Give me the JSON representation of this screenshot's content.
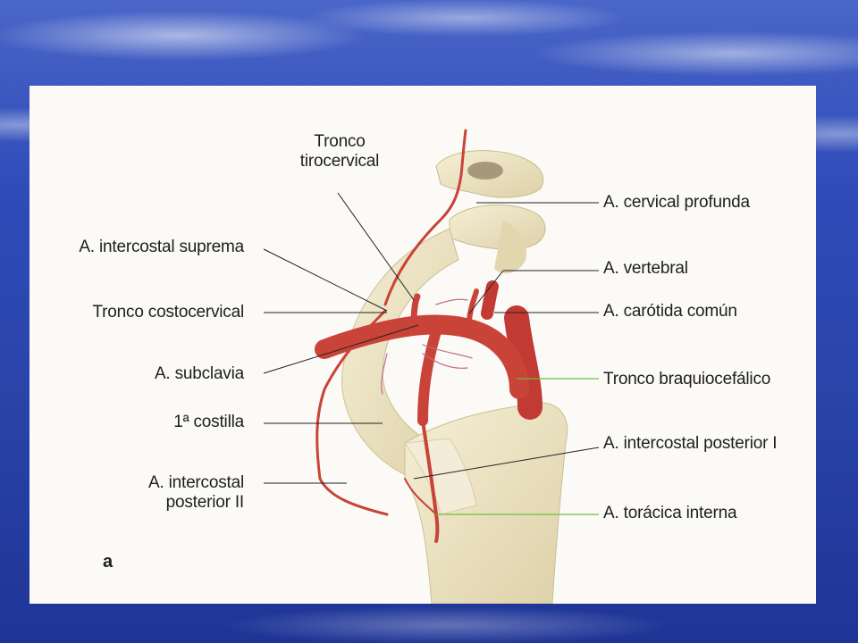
{
  "diagram": {
    "labels": {
      "tronco_tirocervical_1": "Tronco",
      "tronco_tirocervical_2": "tirocervical",
      "intercostal_suprema": "A. intercostal suprema",
      "tronco_costocervical": "Tronco costocervical",
      "subclavia": "A. subclavia",
      "costilla": "1ª costilla",
      "intercostal_post_ii_1": "A. intercostal",
      "intercostal_post_ii_2": "posterior II",
      "cervical_profunda": "A. cervical profunda",
      "vertebral": "A. vertebral",
      "carotida_comun": "A. carótida común",
      "tronco_braquiocefalico": "Tronco braquiocefálico",
      "intercostal_post_i": "A. intercostal posterior I",
      "toracica_interna": "A. torácica interna",
      "panel": "a"
    },
    "colors": {
      "artery": "#d6423a",
      "artery_dark": "#a82a26",
      "bone": "#efe6c8",
      "bone_shade": "#d9cda4",
      "leader": "#222222",
      "leader_green": "#6bbf3a"
    }
  }
}
